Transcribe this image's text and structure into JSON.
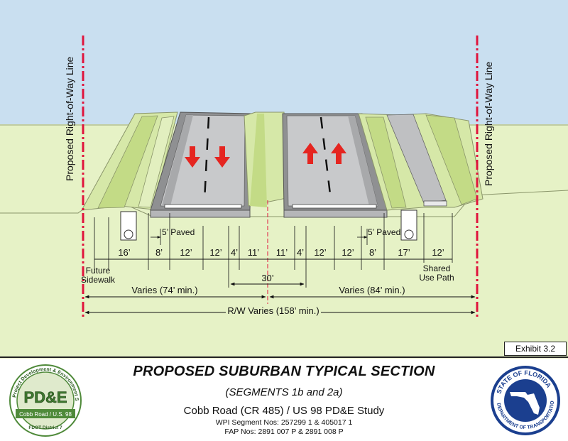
{
  "title": "PROPOSED SUBURBAN TYPICAL SECTION",
  "subtitle": "(SEGMENTS 1b and 2a)",
  "study": "Cobb Road (CR 485) / US 98 PD&E Study",
  "wpi": "WPI Segment Nos: 257299 1 & 405017 1",
  "fap": "FAP Nos: 2891 007 P & 2891 008 P",
  "exhibit": "Exhibit 3.2",
  "row_line_label": "Proposed Right-of-Way Line",
  "dimensions": {
    "d16": "16’",
    "d8_left": "8’",
    "d12_l1": "12’",
    "d12_l2": "12’",
    "d4_l": "4’",
    "d11_l": "11’",
    "d11_r": "11’",
    "d4_r": "4’",
    "d12_r1": "12’",
    "d12_r2": "12’",
    "d8_right": "8’",
    "d17": "17’",
    "d12_path": "12’",
    "paved_left": "5’ Paved",
    "paved_right": "5’ Paved",
    "median": "30’",
    "varies_left": "Varies (74’ min.)",
    "varies_right": "Varies (84’ min.)",
    "row_total": "R/W Varies (158’ min.)"
  },
  "labels": {
    "future_sidewalk_1": "Future",
    "future_sidewalk_2": "Sidewalk",
    "shared_path_1": "Shared",
    "shared_path_2": "Use Path"
  },
  "logo_left": {
    "main": "PD&E",
    "arc": "Project Development & Environment Study",
    "band": "Cobb Road / U.S. 98",
    "bottom": "FDOT District 7"
  },
  "logo_right": {
    "top": "STATE OF FLORIDA",
    "bottom": "DEPARTMENT OF TRANSPORTATION"
  },
  "colors": {
    "sky": "#c9dff0",
    "grass": "#e6f2c6",
    "slope": "#cfe3a0",
    "pavement": "#bfc0c2",
    "row_line": "#e0143c",
    "arrow": "#e52520",
    "logo_green": "#4f8a3a"
  }
}
